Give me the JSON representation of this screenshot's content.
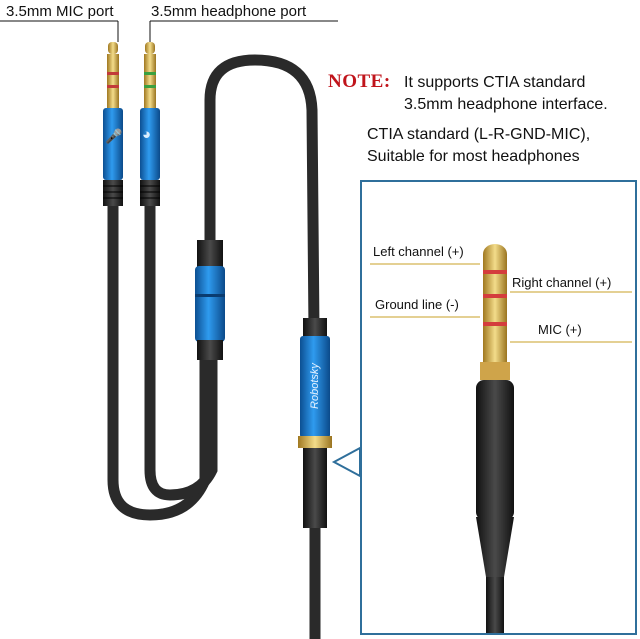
{
  "labels": {
    "mic_port": "3.5mm MIC port",
    "headphone_port": "3.5mm headphone port"
  },
  "note": {
    "title": "NOTE:",
    "line1": "It supports CTIA standard",
    "line2": "3.5mm headphone interface.",
    "line3": "CTIA standard (L-R-GND-MIC),",
    "line4": "Suitable for most headphones"
  },
  "inset": {
    "left_channel": "Left channel (+)",
    "right_channel": "Right channel (+)",
    "ground_line": "Ground line (-)",
    "mic": "MIC (+)"
  },
  "brand": "Robotsky",
  "colors": {
    "accent_blue": "#1e7fd0",
    "note_red": "#c0141b",
    "cable": "#2a2a2a",
    "gold": "#d4b04a",
    "inset_border": "#2f6f9b"
  },
  "icons": [
    "microphone-icon",
    "headphone-icon"
  ]
}
